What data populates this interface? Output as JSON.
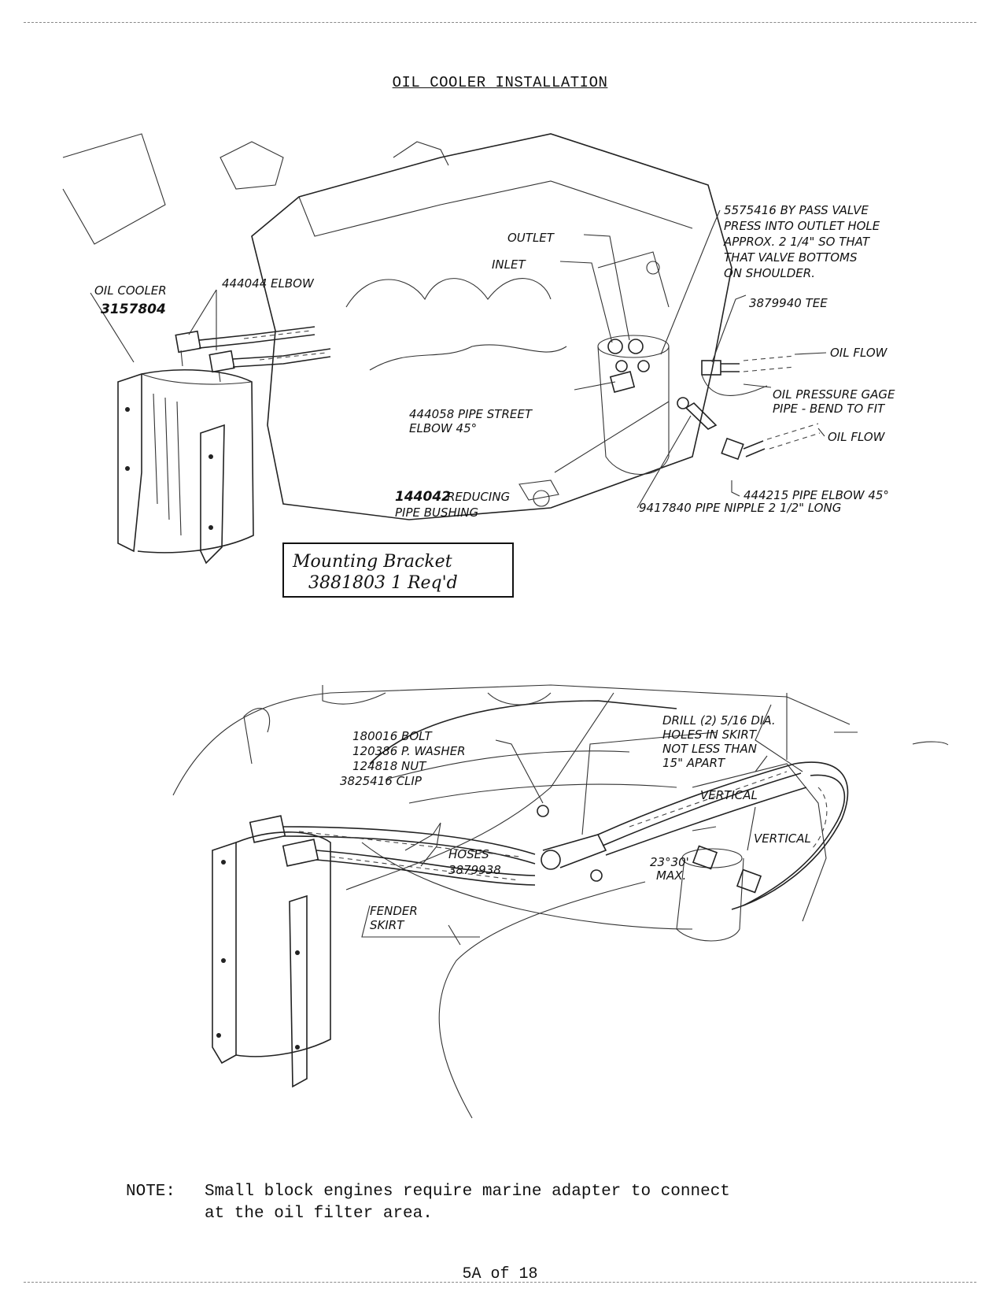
{
  "title": "OIL COOLER INSTALLATION",
  "figure_top": {
    "labels": {
      "oil_cooler": "OIL COOLER",
      "oil_cooler_part": "3157804",
      "elbow": "444044 ELBOW",
      "outlet": "OUTLET",
      "inlet": "INLET",
      "bypass_1": "5575416 BY PASS VALVE",
      "bypass_2": "PRESS INTO OUTLET HOLE",
      "bypass_3": "APPROX. 2 1/4\" SO THAT",
      "bypass_4": "THAT VALVE BOTTOMS",
      "bypass_5": "ON SHOULDER.",
      "tee": "3879940 TEE",
      "oil_flow_1": "OIL FLOW",
      "gage_1": "OIL PRESSURE GAGE",
      "gage_2": "PIPE - BEND TO FIT",
      "oil_flow_2": "OIL FLOW",
      "street_elbow_1": "444058 PIPE STREET",
      "street_elbow_2": "ELBOW 45°",
      "bushing_part": "144042",
      "bushing_1": "REDUCING",
      "bushing_2": "PIPE BUSHING",
      "pipe_elbow": "444215 PIPE ELBOW 45°",
      "nipple": "9417840 PIPE NIPPLE 2 1/2\" LONG"
    },
    "bracket_box": {
      "line1": "Mounting Bracket",
      "line2": "3881803  1 Req'd"
    }
  },
  "figure_bottom": {
    "labels": {
      "bolt": "180016 BOLT",
      "washer": "120386 P. WASHER",
      "nut": "124818 NUT",
      "clip": "3825416 CLIP",
      "drill_1": "DRILL (2) 5/16 DIA.",
      "drill_2": "HOLES IN SKIRT",
      "drill_3": "NOT LESS THAN",
      "drill_4": "15\" APART",
      "vertical_1": "VERTICAL",
      "vertical_2": "VERTICAL",
      "hoses_1": "HOSES",
      "hoses_2": "3879938",
      "angle_1": "23°30'",
      "angle_2": "MAX.",
      "fender_1": "FENDER",
      "fender_2": "SKIRT"
    }
  },
  "note": {
    "lead": "NOTE:",
    "line1": "Small block engines require marine adapter to connect",
    "line2": "at the oil filter area."
  },
  "footer": "5A of 18"
}
